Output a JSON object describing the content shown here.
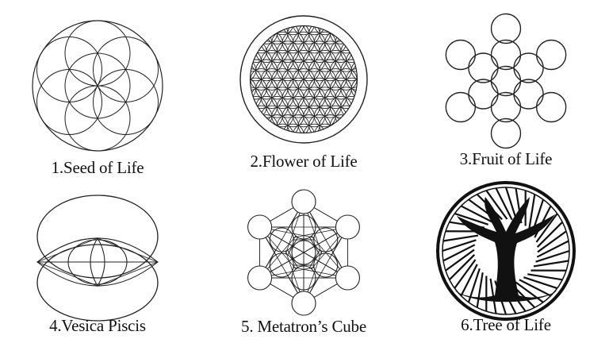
{
  "figures": [
    {
      "id": "seed",
      "label": "1.Seed of Life"
    },
    {
      "id": "flower",
      "label": "2.Flower of Life"
    },
    {
      "id": "fruit",
      "label": "3.Fruit of Life"
    },
    {
      "id": "vesica",
      "label": "4.Vesica Piscis"
    },
    {
      "id": "metatron",
      "label": "5. Metatron’s Cube"
    },
    {
      "id": "tree",
      "label": "6.Tree of Life"
    }
  ],
  "colors": {
    "stroke": "#222222",
    "background": "#ffffff",
    "tree": "#111111"
  }
}
